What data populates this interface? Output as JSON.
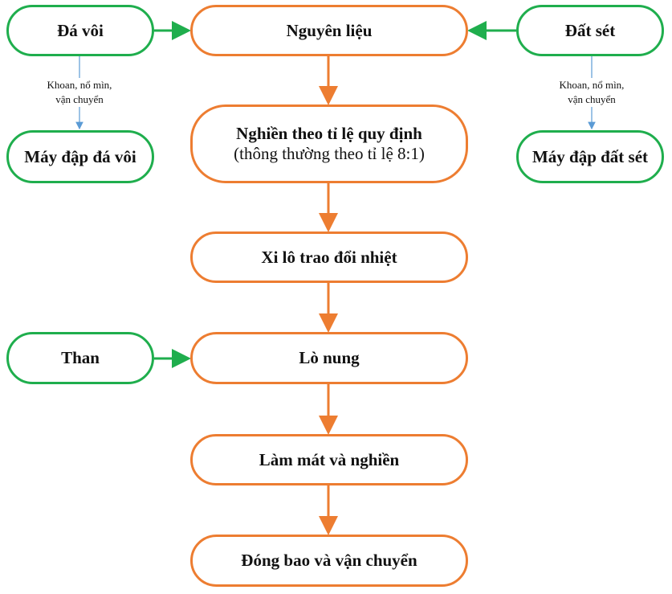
{
  "nodes": {
    "da_voi": "Đá vôi",
    "nguyen_lieu": "Nguyên liệu",
    "dat_set": "Đất sét",
    "may_dap_da_voi": "Máy đập đá vôi",
    "nghien": "Nghiền theo tỉ lệ quy định",
    "nghien_sub": "(thông thường theo tỉ lệ 8:1)",
    "may_dap_dat_set": "Máy đập đất sét",
    "xi_lo": "Xi lô trao đổi nhiệt",
    "than": "Than",
    "lo_nung": "Lò nung",
    "lam_mat": "Làm mát và nghiền",
    "dong_bao": "Đóng bao và vận chuyển"
  },
  "edge_labels": {
    "left_line1": "Khoan, nổ mìn,",
    "left_line2": "vận chuyển",
    "right_line1": "Khoan, nổ mìn,",
    "right_line2": "vận chuyển"
  },
  "colors": {
    "green": "#1fae4d",
    "orange": "#ed7d31",
    "blue": "#5b9bd5"
  }
}
